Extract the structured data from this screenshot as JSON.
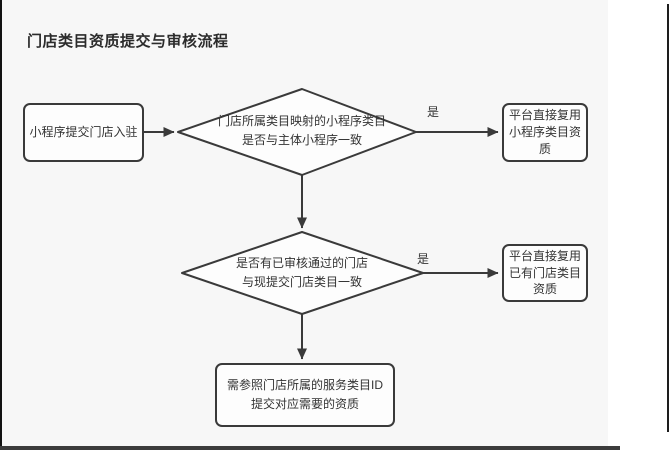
{
  "title": "门店类目资质提交与审核流程",
  "colors": {
    "canvas_background": "#f7f7f7",
    "node_fill": "#fdfdfd",
    "stroke": "#3a3a3a",
    "text": "#333333"
  },
  "flowchart": {
    "nodes": {
      "start": {
        "lines": [
          "小程序提交门店入驻"
        ]
      },
      "decision_category_match": {
        "lines": [
          "门店所属类目映射的小程序类目",
          "是否与主体小程序一致"
        ]
      },
      "reuse_miniprogram_qualification": {
        "lines": [
          "平台直接复用",
          "小程序类目资",
          "质"
        ]
      },
      "decision_store_match": {
        "lines": [
          "是否有已审核通过的门店",
          "与现提交门店类目一致"
        ]
      },
      "reuse_store_qualification": {
        "lines": [
          "平台直接复用",
          "已有门店类目",
          "资质"
        ]
      },
      "submit_by_service_category_id": {
        "lines": [
          "需参照门店所属的服务类目ID",
          "提交对应需要的资质"
        ]
      }
    },
    "edge_labels": {
      "decision_category_yes": "是",
      "decision_store_yes": "是"
    }
  }
}
